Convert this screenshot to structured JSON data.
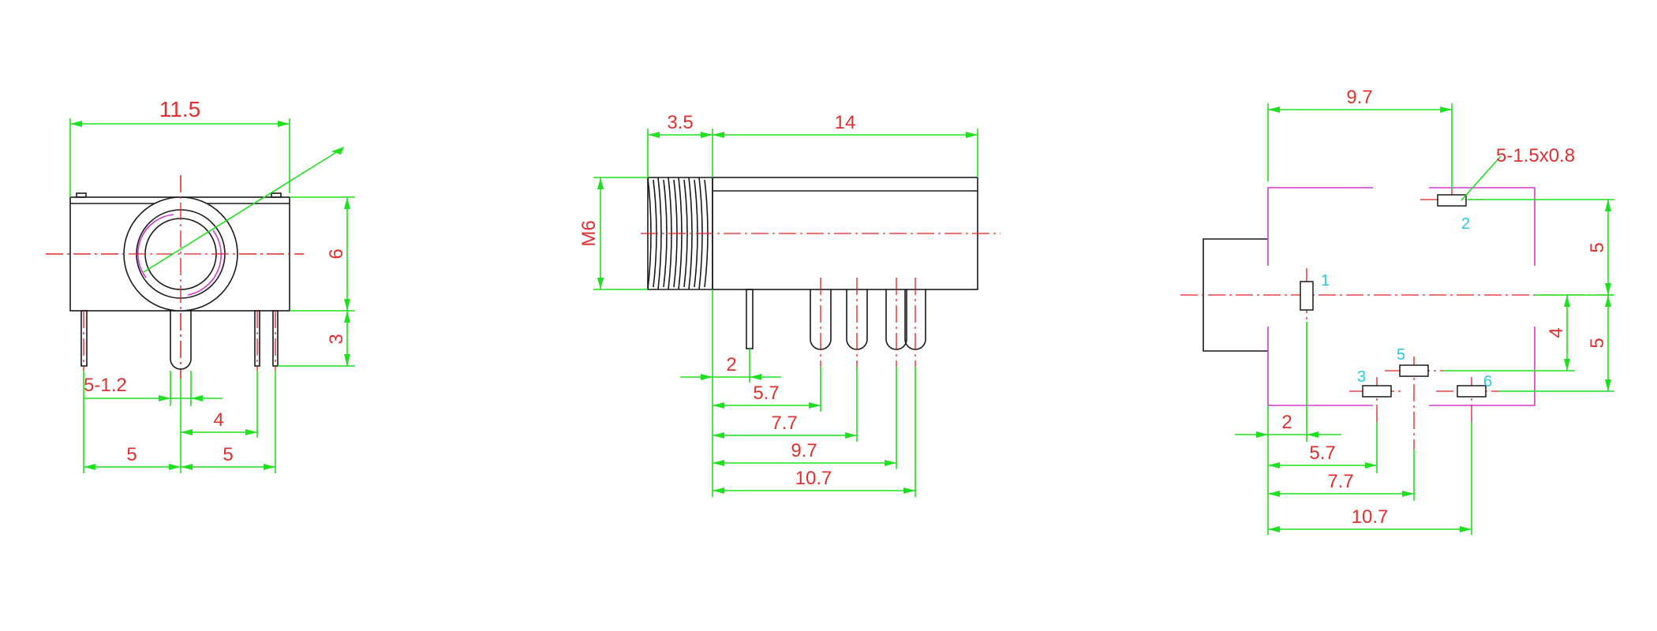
{
  "front_view": {
    "width_dim": "11.5",
    "height_upper_dim": "6",
    "height_lower_dim": "3",
    "pin_dia_dim": "5-1.2",
    "pin_offset_dim": "4",
    "pin_left_dim": "5",
    "pin_right_dim": "5"
  },
  "side_view": {
    "thread_length_dim": "3.5",
    "body_length_dim": "14",
    "thread_dim": "M6",
    "pin_dims": [
      "2",
      "5.7",
      "7.7",
      "9.7",
      "10.7"
    ]
  },
  "footprint_view": {
    "width_dim": "9.7",
    "pad_size_dim": "5-1.5x0.8",
    "upper_dim": "5",
    "lower_dim": "5",
    "offset_dim": "4",
    "x_dims": [
      "2",
      "5.7",
      "7.7",
      "10.7"
    ],
    "pin_numbers": [
      "1",
      "2",
      "3",
      "5",
      "6"
    ]
  },
  "colors": {
    "dimension": "#1fe01f",
    "text": "#e03030",
    "centerline": "#e02020",
    "outline": "#d23ad2",
    "pin_number": "#28c8e0",
    "body": "#1a1a1a"
  }
}
